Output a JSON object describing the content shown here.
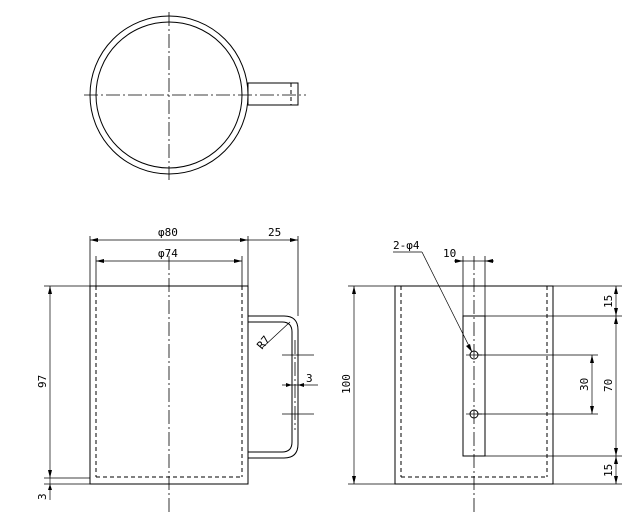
{
  "drawing": {
    "top_view": {},
    "front_view": {
      "outer_diameter_label": "φ80",
      "inner_diameter_label": "φ74",
      "handle_projection_label": "25",
      "height_label": "97",
      "bottom_thickness_label": "3",
      "handle_radius_label": "R7",
      "handle_thickness_label": "3"
    },
    "side_view": {
      "holes_label": "2-φ4",
      "handle_width_label": "10",
      "total_height_label": "100",
      "top_offset_label": "15",
      "hole_spacing_label": "30",
      "handle_height_label": "70",
      "bottom_offset_label": "15"
    }
  }
}
